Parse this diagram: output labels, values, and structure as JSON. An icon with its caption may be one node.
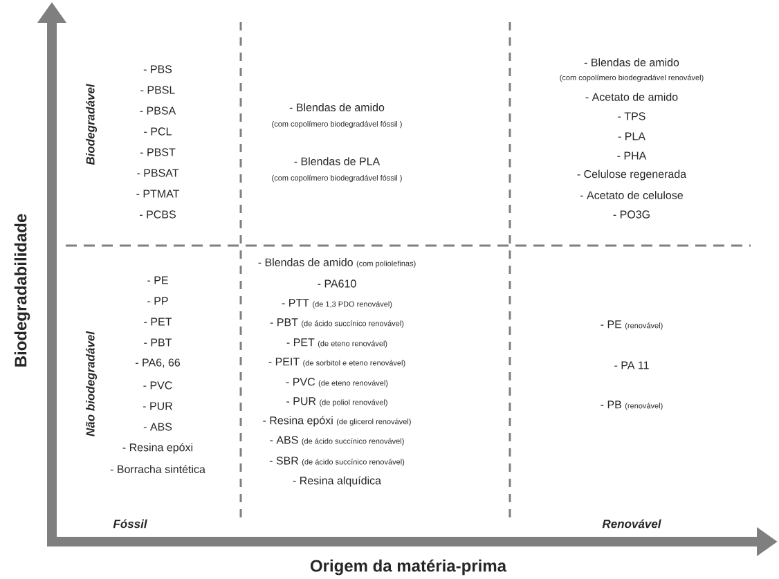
{
  "diagram": {
    "labels": [
      "Biodegradabilidade",
      "Biodegradável",
      "- PBS",
      "- PBSL",
      "- PBSA",
      "- PCL",
      "- PBST",
      "- PBSAT",
      "- PTMAT",
      "- PCBS",
      "- Blendas de amido",
      "(com copolímero biodegradável fóssil )",
      "- Blendas de PLA",
      "(com copolímero biodegradável fóssil )",
      "- Blendas de amido",
      "(com copolímero biodegradável renovável)",
      "- Acetato de amido",
      "- TPS",
      "- PLA",
      "- PHA",
      "- Celulose regenerada",
      "- Acetato de celulose",
      "- PO3G",
      "Não biodegradável",
      "- PE",
      "- PP",
      "- PET",
      "- PBT",
      "- PA6, 66",
      "- PVC",
      "- PUR",
      "- ABS",
      "- Resina epóxi",
      "- Borracha sintética",
      "- Blendas de amido",
      "(com poliolefinas)",
      "- PA610",
      "- PTT",
      "(de 1,3 PDO renovável)",
      "- PBT",
      "(de ácido succínico renovável)",
      "- PET",
      "(de eteno renovável)",
      "- PEIT",
      "(de sorbitol e eteno renovável)",
      "- PVC",
      "(de eteno renovável)",
      "- PUR",
      "(de poliol renovável)",
      "- Resina epóxi",
      "(de glicerol renovável)",
      "- ABS",
      "(de ácido succínico renovável)",
      "- SBR",
      "(de ácido succínico renovável)",
      "- Resina alquídica",
      "- PE",
      "(renovável)",
      "- PA 11",
      "- PB",
      "(renovável)",
      "Fóssil",
      "Renovável",
      "Origem da matéria-prima"
    ]
  }
}
